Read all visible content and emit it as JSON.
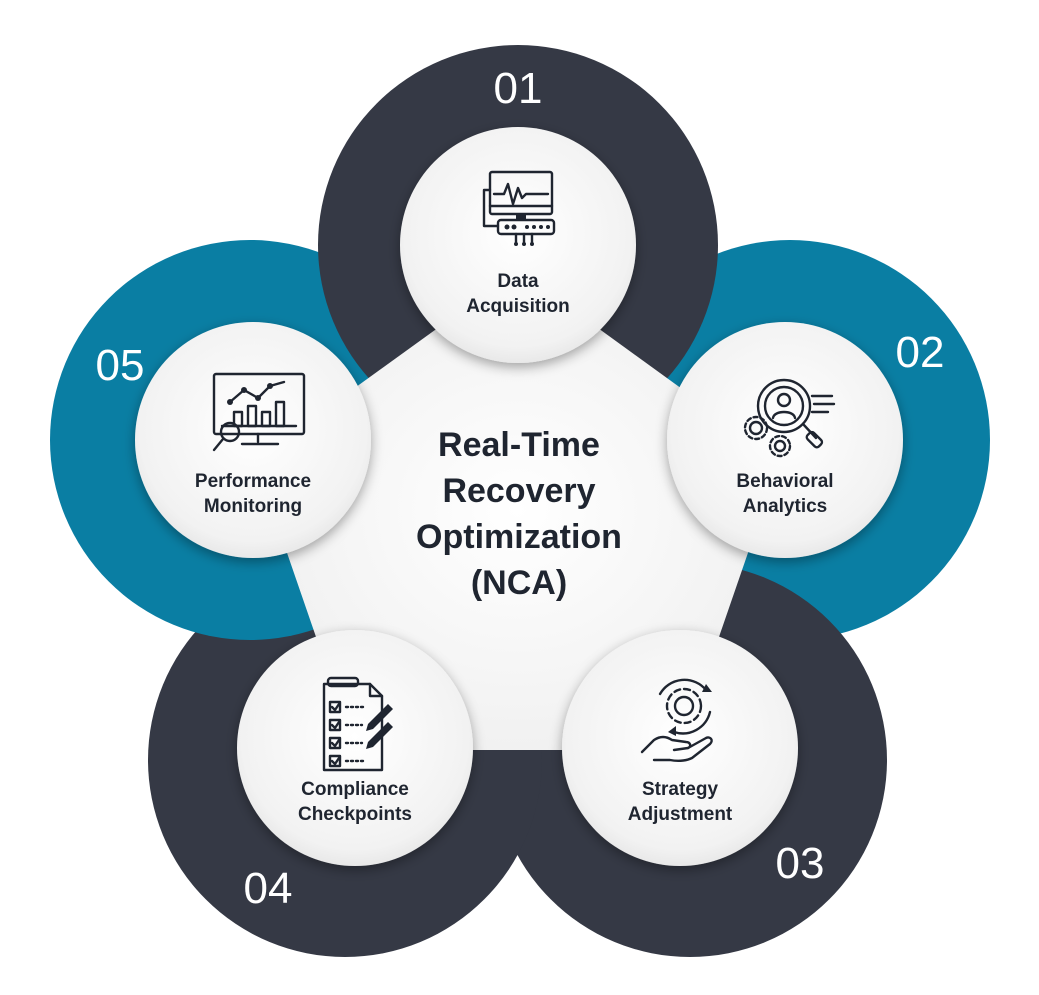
{
  "title": {
    "line1": "Real-Time",
    "line2": "Recovery",
    "line3": "Optimization",
    "line4": "(NCA)"
  },
  "colors": {
    "dark": "#353945",
    "teal": "#0a7ea3",
    "circle": "#f2f2f2",
    "text": "#1f2530"
  },
  "steps": [
    {
      "number": "01",
      "line1": "Data",
      "line2": "Acquisition",
      "icon": "monitor-waveform-icon",
      "ring_color": "dark"
    },
    {
      "number": "02",
      "line1": "Behavioral",
      "line2": "Analytics",
      "icon": "user-magnifier-gears-icon",
      "ring_color": "teal"
    },
    {
      "number": "03",
      "line1": "Strategy",
      "line2": "Adjustment",
      "icon": "hand-gear-icon",
      "ring_color": "dark"
    },
    {
      "number": "04",
      "line1": "Compliance",
      "line2": "Checkpoints",
      "icon": "checklist-pen-icon",
      "ring_color": "dark"
    },
    {
      "number": "05",
      "line1": "Performance",
      "line2": "Monitoring",
      "icon": "chart-monitor-icon",
      "ring_color": "teal"
    }
  ]
}
